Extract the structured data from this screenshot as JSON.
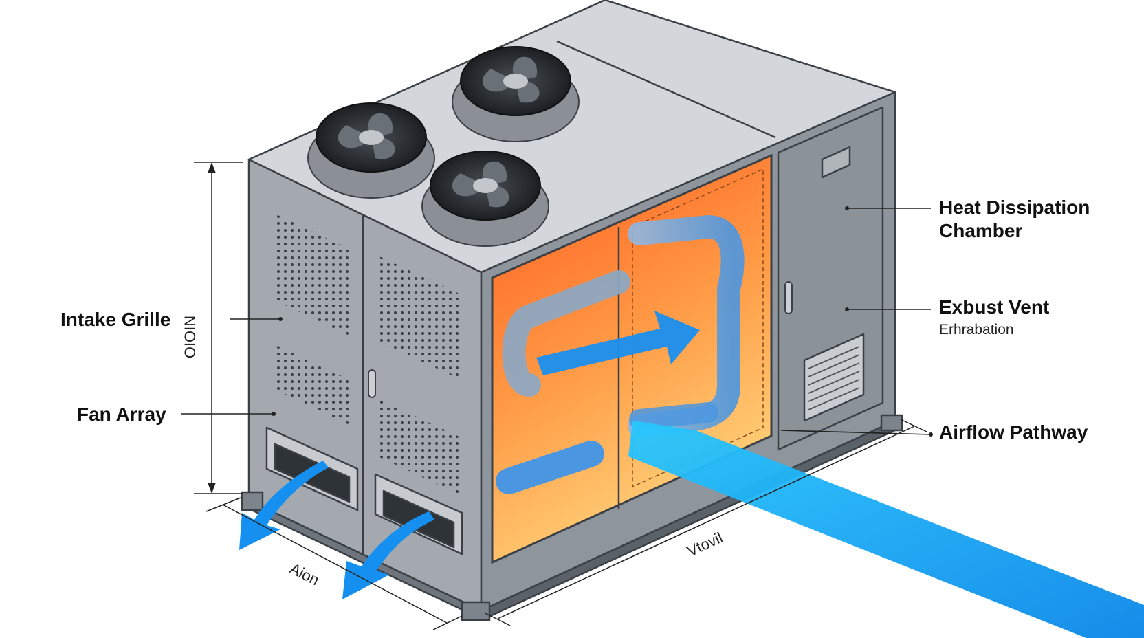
{
  "labels": {
    "intake_grille": "Intake Grille",
    "fan_array": "Fan Array",
    "heat_dissipation_line1": "Heat Dissipation",
    "heat_dissipation_line2": "Chamber",
    "exhaust_vent": "Exbust Vent",
    "exhaust_vent_sub": "Erhrabation",
    "airflow_pathway": "Airflow Pathway"
  },
  "dimensions": {
    "height": "OIOIN",
    "depth": "Aion",
    "width": "Vtovil"
  },
  "colors": {
    "housing": "#9ea4aa",
    "housing_top": "#d6dade",
    "chamber_hot": "#ff6a2a",
    "chamber_warm": "#ffc46a",
    "airflow": "#0fa0f0",
    "pipe": "#5aa4e6"
  }
}
